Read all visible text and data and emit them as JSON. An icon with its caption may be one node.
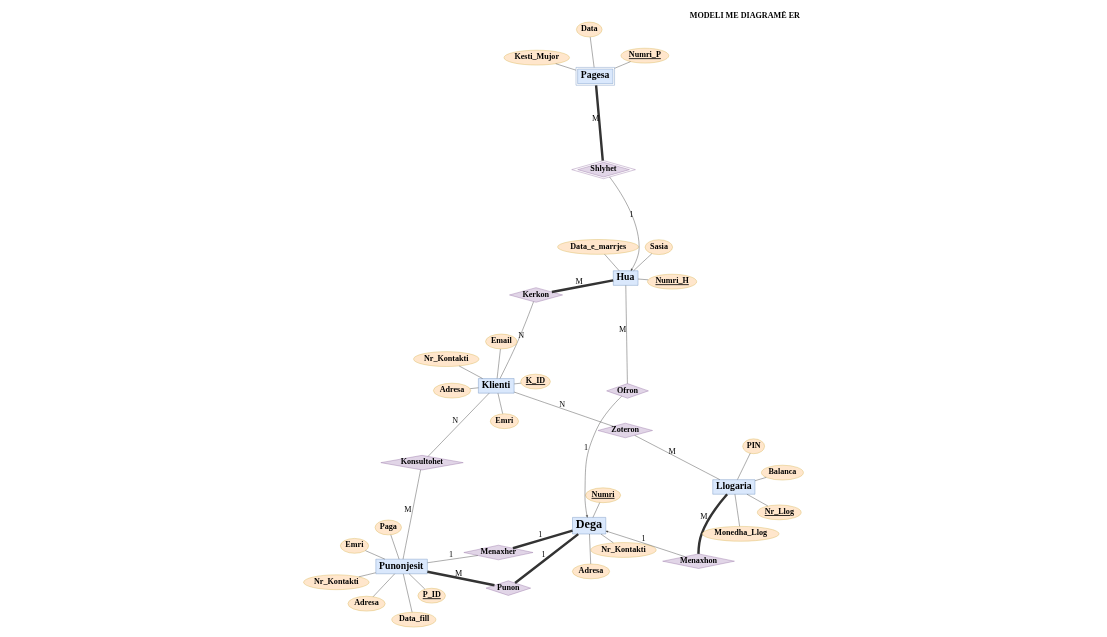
{
  "diagram": {
    "title": "MODELI ME DIAGRAMË ER",
    "nodes": [
      {
        "text": [
          "Numri"
        ]
      },
      {
        "text": [
          "Adresa"
        ]
      },
      {
        "text": [
          "Nr_Kontakti"
        ]
      },
      {
        "text": [
          "Dega"
        ]
      },
      {
        "text": [
          "Menaxhon"
        ]
      },
      {
        "text": [
          "Emri"
        ]
      },
      {
        "text": [
          "K_ID"
        ]
      },
      {
        "text": [
          "Nr_Kontakti"
        ]
      },
      {
        "text": [
          "Ofron"
        ]
      },
      {
        "text": [
          "Numri_H"
        ]
      },
      {
        "text": [
          "Sasia"
        ]
      },
      {
        "text": [
          "Data_e_marrjes"
        ]
      },
      {
        "text": [
          "Numri_P"
        ]
      },
      {
        "text": [
          "Klienti"
        ]
      },
      {
        "text": [
          "Kerkon"
        ]
      },
      {
        "text": [
          "Hua"
        ]
      },
      {
        "text": [
          "Shlyhet"
        ]
      },
      {
        "text": [
          "Pagesa"
        ]
      },
      {
        "text": [
          "Data"
        ]
      },
      {
        "text": [
          "Adresa"
        ]
      },
      {
        "text": [
          "Email"
        ]
      },
      {
        "text": [
          "Konsultohet"
        ]
      },
      {
        "text": [
          "Kesti_Mujor"
        ]
      },
      {
        "text": [
          "Menaxher"
        ]
      },
      {
        "text": [
          "Punon"
        ]
      },
      {
        "text": [
          "Zoteron"
        ]
      },
      {
        "text": [
          "Punonjesit"
        ]
      },
      {
        "text": [
          "Nr_Kontakti"
        ]
      },
      {
        "text": [
          "Llogaria"
        ]
      },
      {
        "text": [
          "PIN"
        ]
      },
      {
        "text": [
          "P_ID"
        ]
      },
      {
        "text": [
          "Paga"
        ]
      },
      {
        "text": [
          "Emri"
        ]
      },
      {
        "text": [
          "Adresa"
        ]
      },
      {
        "text": [
          "Data_fill"
        ]
      },
      {
        "text": [
          "Nr_Llog"
        ]
      },
      {
        "text": [
          "Balanca"
        ]
      },
      {
        "text": [
          "Monedha_Llog"
        ]
      }
    ],
    "edges": [
      {
        "from": 0,
        "to": 3,
        "arrow": "none"
      },
      {
        "from": 1,
        "to": 3,
        "arrow": "none"
      },
      {
        "from": 2,
        "to": 3,
        "arrow": "none"
      },
      {
        "from": 5,
        "to": 13,
        "arrow": "none"
      },
      {
        "from": 6,
        "to": 13,
        "arrow": "none"
      },
      {
        "from": 7,
        "to": 13,
        "arrow": "none"
      },
      {
        "from": 19,
        "to": 13,
        "arrow": "none"
      },
      {
        "from": 20,
        "to": 13,
        "arrow": "none"
      },
      {
        "from": 9,
        "to": 15,
        "arrow": "none"
      },
      {
        "from": 10,
        "to": 15,
        "arrow": "none"
      },
      {
        "from": 11,
        "to": 15,
        "arrow": "none"
      },
      {
        "from": 12,
        "to": 17,
        "arrow": "none"
      },
      {
        "from": 18,
        "to": 17,
        "arrow": "none"
      },
      {
        "from": 22,
        "to": 17,
        "arrow": "none"
      },
      {
        "from": 30,
        "to": 26,
        "arrow": "none"
      },
      {
        "from": 32,
        "to": 26,
        "arrow": "none"
      },
      {
        "from": 33,
        "to": 26,
        "arrow": "none"
      },
      {
        "from": 34,
        "to": 26,
        "arrow": "none"
      },
      {
        "from": 31,
        "to": 26,
        "arrow": "none"
      },
      {
        "from": 27,
        "to": 26,
        "arrow": "none"
      },
      {
        "from": 35,
        "to": 28,
        "arrow": "none"
      },
      {
        "from": 36,
        "to": 28,
        "arrow": "none"
      },
      {
        "from": 37,
        "to": 28,
        "arrow": "none"
      },
      {
        "from": 29,
        "to": 28,
        "arrow": "none"
      },
      {
        "from": 4,
        "to": 3,
        "arrow": "to",
        "label": "1"
      },
      {
        "from": 4,
        "to": 28,
        "arrow": "none",
        "label": "M",
        "style": "thick"
      },
      {
        "from": 8,
        "to": 3,
        "arrow": "to",
        "label": "1"
      },
      {
        "from": 8,
        "to": 15,
        "arrow": "none",
        "label": "M"
      },
      {
        "from": 13,
        "to": 14,
        "arrow": "none",
        "label": "N"
      },
      {
        "from": 14,
        "to": 15,
        "arrow": "none",
        "label": "M",
        "style": "thick"
      },
      {
        "from": 16,
        "to": 15,
        "arrow": "to",
        "label": "1"
      },
      {
        "from": 16,
        "to": 17,
        "arrow": "none",
        "label": "M",
        "style": "thick"
      },
      {
        "from": 13,
        "to": 21,
        "arrow": "none",
        "label": "N"
      },
      {
        "from": 21,
        "to": 26,
        "arrow": "none",
        "label": "M"
      },
      {
        "from": 13,
        "to": 25,
        "arrow": "none",
        "label": "N"
      },
      {
        "from": 25,
        "to": 28,
        "arrow": "none",
        "label": "M"
      },
      {
        "from": 3,
        "to": 23,
        "arrow": "none",
        "label": "1",
        "style": "thick"
      },
      {
        "from": 23,
        "to": 26,
        "arrow": "none",
        "label": "1"
      },
      {
        "from": 3,
        "to": 24,
        "arrow": "none",
        "label": "1",
        "style": "thick"
      },
      {
        "from": 24,
        "to": 26,
        "arrow": "none",
        "label": "M",
        "style": "thick"
      }
    ]
  }
}
